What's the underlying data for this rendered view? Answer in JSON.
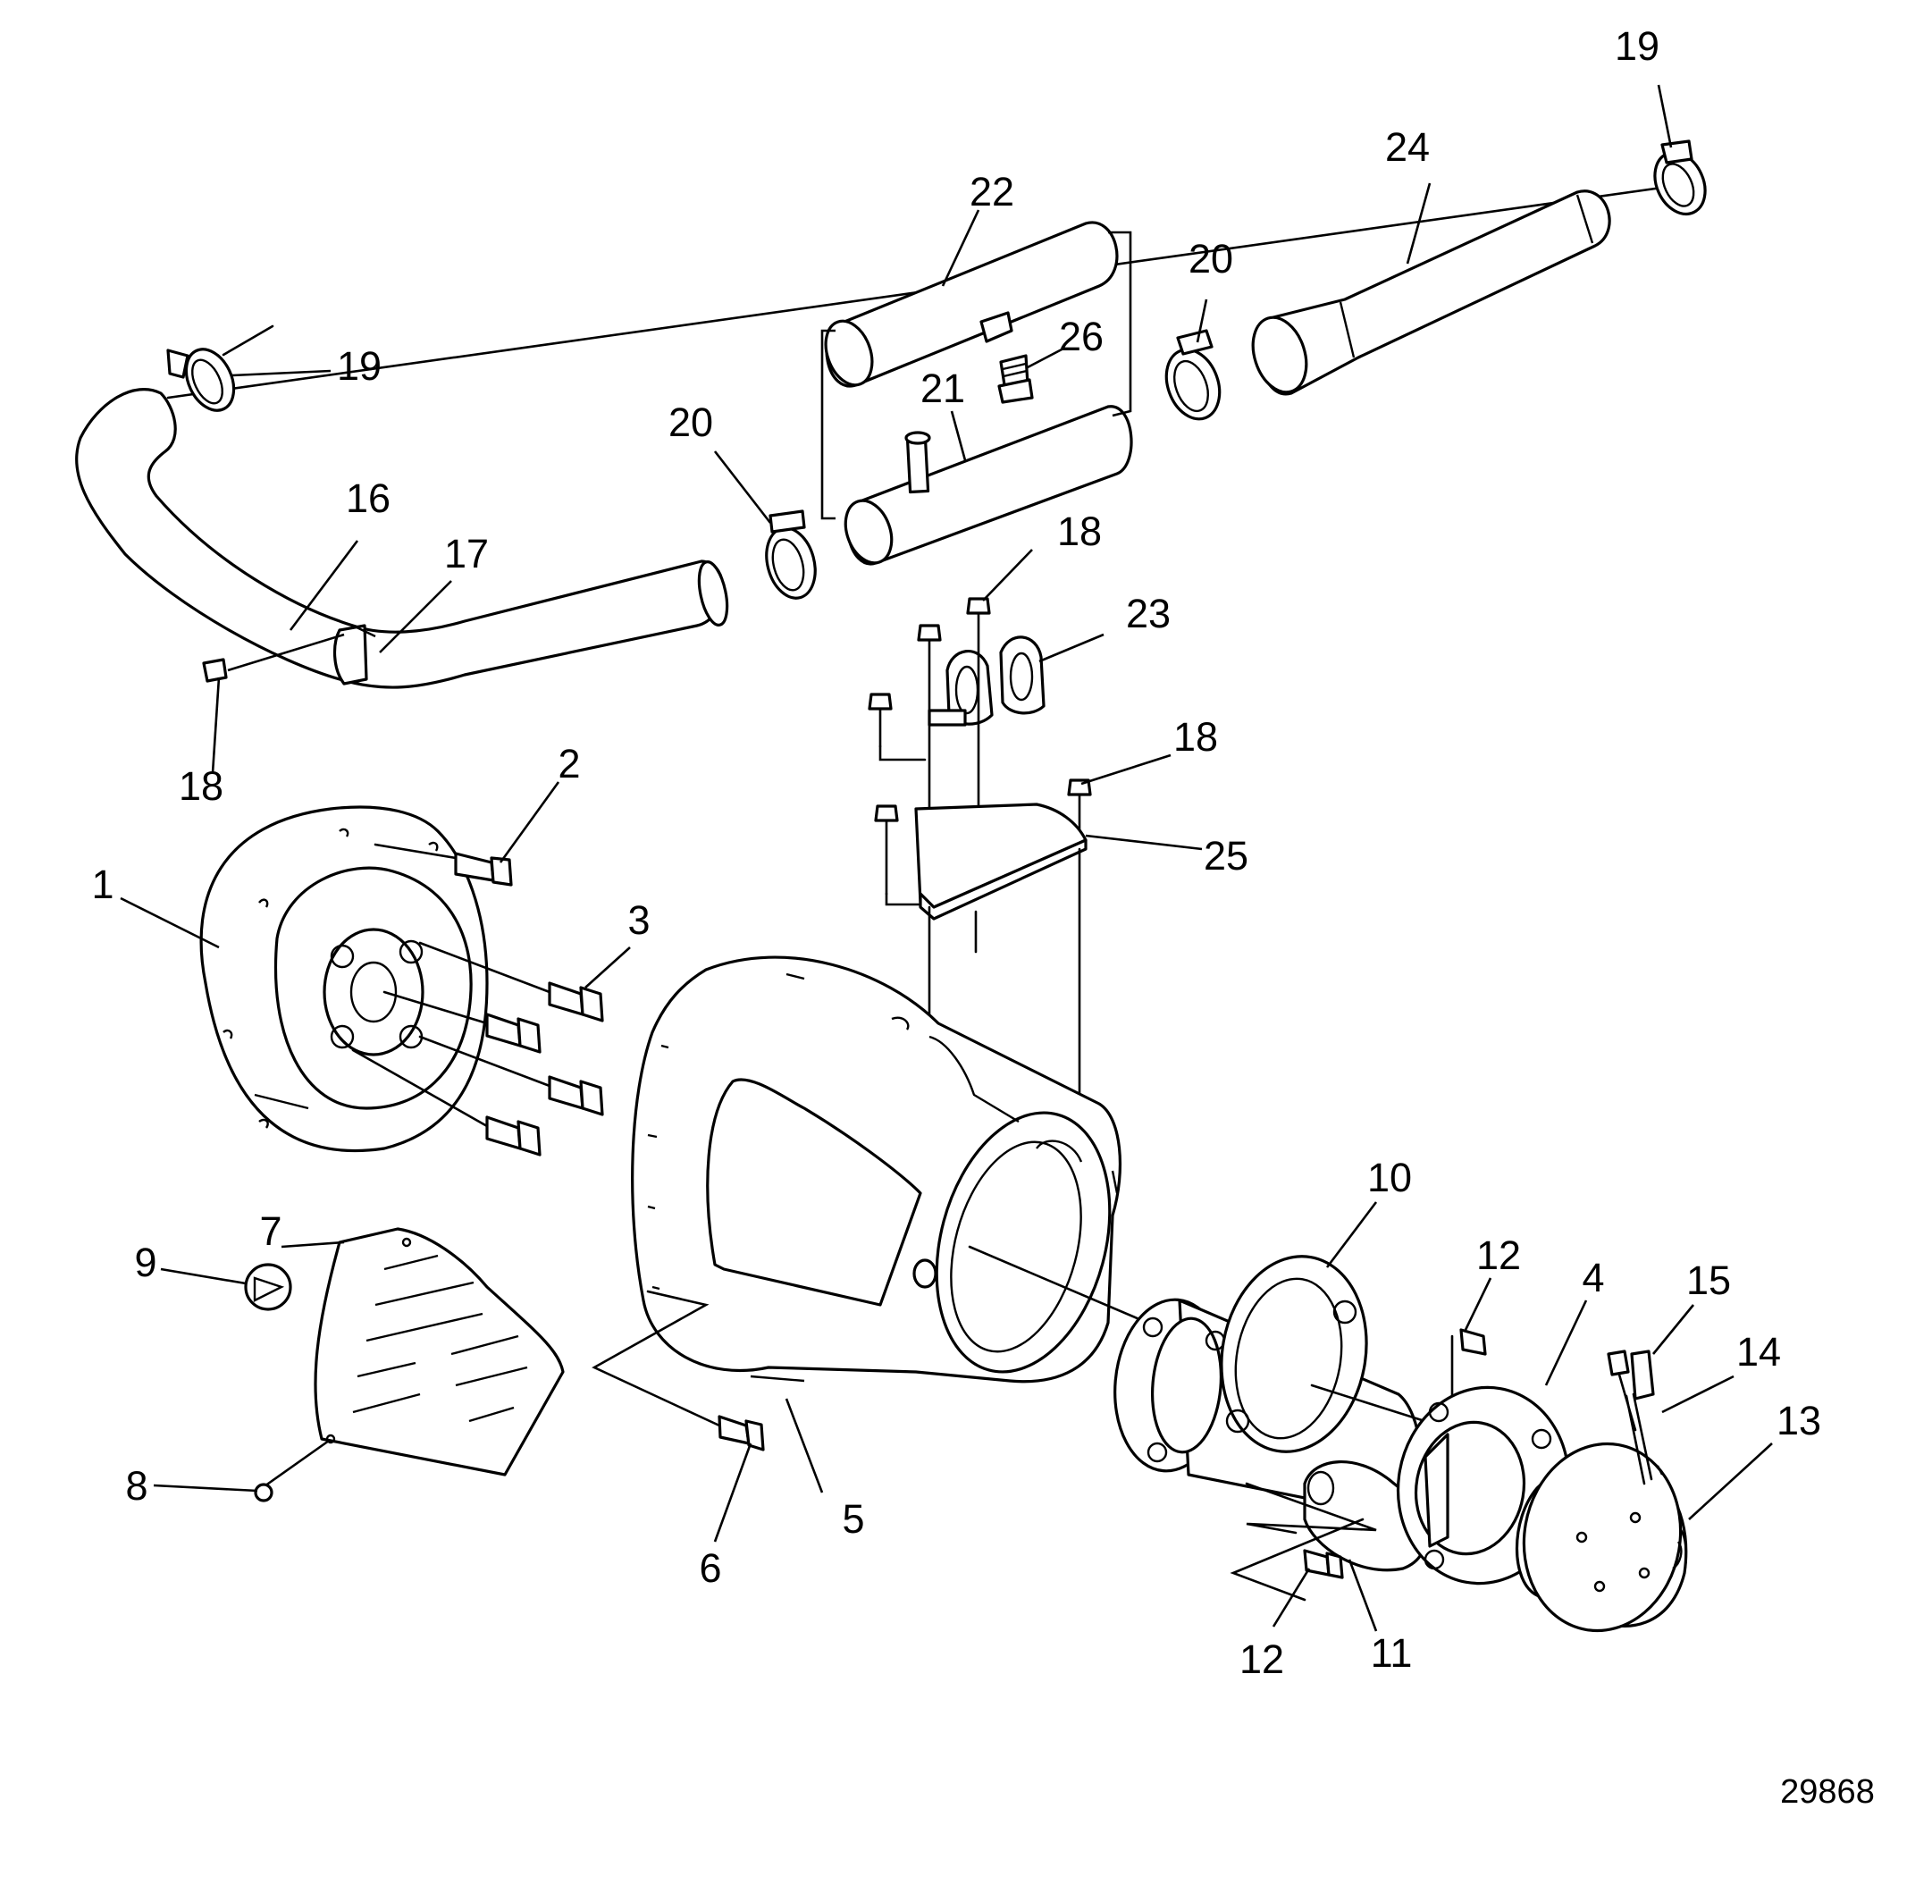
{
  "diagram": {
    "reference_number": "29868",
    "callouts": [
      {
        "id": "c1",
        "text": "1"
      },
      {
        "id": "c2",
        "text": "2"
      },
      {
        "id": "c3",
        "text": "3"
      },
      {
        "id": "c4",
        "text": "4"
      },
      {
        "id": "c5",
        "text": "5"
      },
      {
        "id": "c6",
        "text": "6"
      },
      {
        "id": "c7",
        "text": "7"
      },
      {
        "id": "c8",
        "text": "8"
      },
      {
        "id": "c9",
        "text": "9"
      },
      {
        "id": "c10",
        "text": "10"
      },
      {
        "id": "c11",
        "text": "11"
      },
      {
        "id": "c12a",
        "text": "12"
      },
      {
        "id": "c12b",
        "text": "12"
      },
      {
        "id": "c13",
        "text": "13"
      },
      {
        "id": "c14",
        "text": "14"
      },
      {
        "id": "c15",
        "text": "15"
      },
      {
        "id": "c16",
        "text": "16"
      },
      {
        "id": "c17",
        "text": "17"
      },
      {
        "id": "c18a",
        "text": "18"
      },
      {
        "id": "c18b",
        "text": "18"
      },
      {
        "id": "c18c",
        "text": "18"
      },
      {
        "id": "c19a",
        "text": "19"
      },
      {
        "id": "c19b",
        "text": "19"
      },
      {
        "id": "c20a",
        "text": "20"
      },
      {
        "id": "c20b",
        "text": "20"
      },
      {
        "id": "c21",
        "text": "21"
      },
      {
        "id": "c22",
        "text": "22"
      },
      {
        "id": "c23",
        "text": "23"
      },
      {
        "id": "c24",
        "text": "24"
      },
      {
        "id": "c25",
        "text": "25"
      },
      {
        "id": "c26",
        "text": "26"
      }
    ]
  }
}
